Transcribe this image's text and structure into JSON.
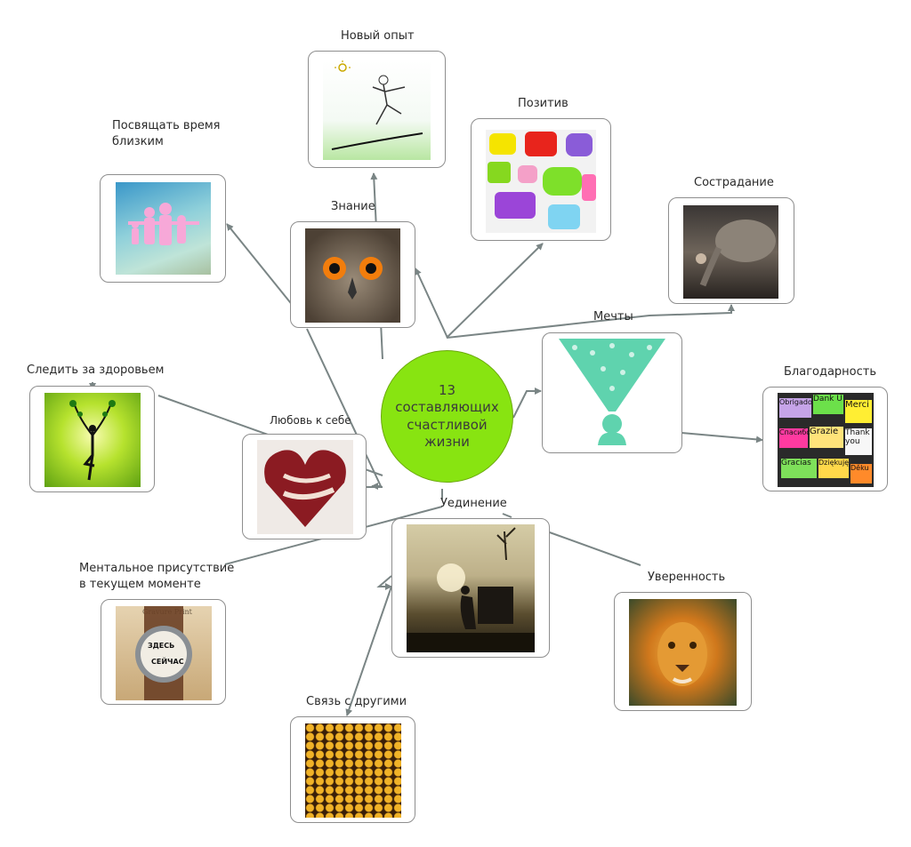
{
  "center": {
    "title": "13\nсоставляющих\nсчастливой\nжизни"
  },
  "topics": {
    "new_experience": "Новый опыт",
    "positive": "Позитив",
    "time_with_close_ones": "Посвящать время\nблизким",
    "knowledge": "Знание",
    "compassion": "Сострадание",
    "dreams": "Мечты",
    "health": "Следить за здоровьем",
    "self_love": "Любовь к себе",
    "gratitude": "Благодарность",
    "solitude": "Уединение",
    "mindfulness": "Ментальное присутствие\nв текущем моменте",
    "confidence": "Уверенность",
    "connection": "Связь с другими"
  },
  "gratitude_words": [
    "Obrigado",
    "Dank U",
    "Merci",
    "Спасибо",
    "Grazie",
    "Thank you",
    "Gracias",
    "Dziękuję",
    "Děku"
  ],
  "clock_words": [
    "ЗДЕСЬ",
    "СЕЙЧАС"
  ],
  "newspaper_word": "Gravure Print",
  "colors": {
    "center_fill": "#88e411",
    "connector": "#7a8585",
    "card_border": "#8e8e8e"
  }
}
